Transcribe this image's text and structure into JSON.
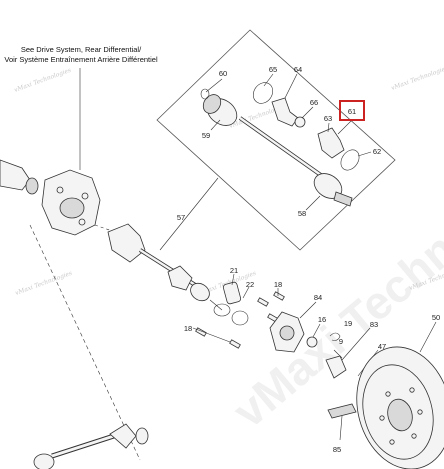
{
  "header": {
    "line1": "See Drive System, Rear Differential/",
    "line2": "Voir Système Entraînement Arrière Différentiel"
  },
  "watermark": {
    "text": "vMaxi Technologies"
  },
  "highlight": {
    "color": "#cc2222",
    "callout": "61"
  },
  "callouts": {
    "c60": "60",
    "c65": "65",
    "c64": "64",
    "c66": "66",
    "c61": "61",
    "c63": "63",
    "c59": "59",
    "c62": "62",
    "c58": "58",
    "c57": "57",
    "c21": "21",
    "c22": "22",
    "c18a": "18",
    "c18b": "18",
    "c84": "84",
    "c16": "16",
    "c19": "19",
    "c83": "83",
    "c47": "47",
    "c50": "50",
    "c9": "9",
    "c85": "85"
  }
}
